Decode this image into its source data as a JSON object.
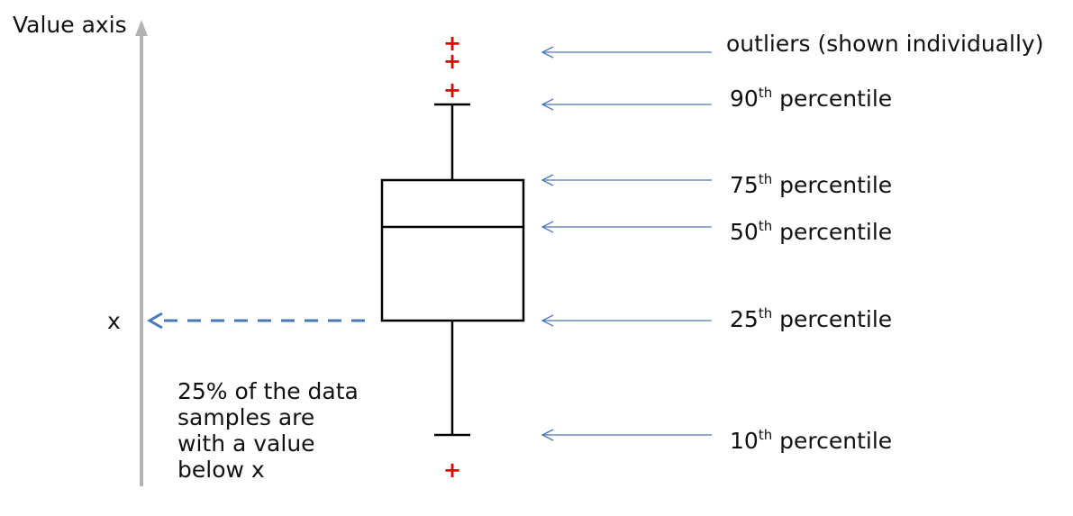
{
  "axis": {
    "title": "Value axis",
    "marker": "x"
  },
  "labels": [
    {
      "key": "outliers",
      "text": "outliers (shown individually)",
      "ordinal": "",
      "sup": ""
    },
    {
      "key": "p90",
      "text": " percentile",
      "ordinal": "90",
      "sup": "th"
    },
    {
      "key": "p75",
      "text": " percentile",
      "ordinal": "75",
      "sup": "th"
    },
    {
      "key": "p50",
      "text": " percentile",
      "ordinal": "50",
      "sup": "th"
    },
    {
      "key": "p25",
      "text": " percentile",
      "ordinal": "25",
      "sup": "th"
    },
    {
      "key": "p10",
      "text": " percentile",
      "ordinal": "10",
      "sup": "th"
    }
  ],
  "note": {
    "lines": [
      "25% of the data",
      "samples are",
      "with a value",
      "below x"
    ]
  },
  "outlier_symbol": "+",
  "colors": {
    "axis": "#b3b3b3",
    "arrow": "#4a78b8",
    "box": "#000000",
    "outlier": "#e00000",
    "dashed": "#4a78b8"
  }
}
